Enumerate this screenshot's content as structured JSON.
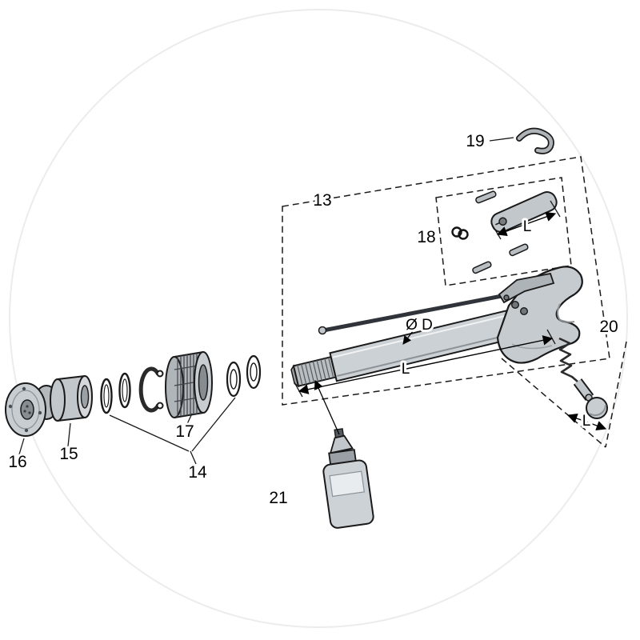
{
  "figure": {
    "kind": "exploded parts diagram of claw-hook top link assembly",
    "background_color": "#ffffff",
    "outline_color": "#1a1a1a",
    "part_fill_color": "#c8cdd1",
    "shadow_fill_color": "#9aa0a5",
    "watermark_color": "#ececec"
  },
  "part_labels": {
    "p13": "13",
    "p14": "14",
    "p15": "15",
    "p16": "16",
    "p17": "17",
    "p18": "18",
    "p19": "19",
    "p20": "20",
    "p21": "21"
  },
  "dimension_labels": {
    "clamp_length": "L",
    "shaft_length": "L",
    "rod_end_length": "L",
    "shaft_diameter": "Ø D"
  }
}
